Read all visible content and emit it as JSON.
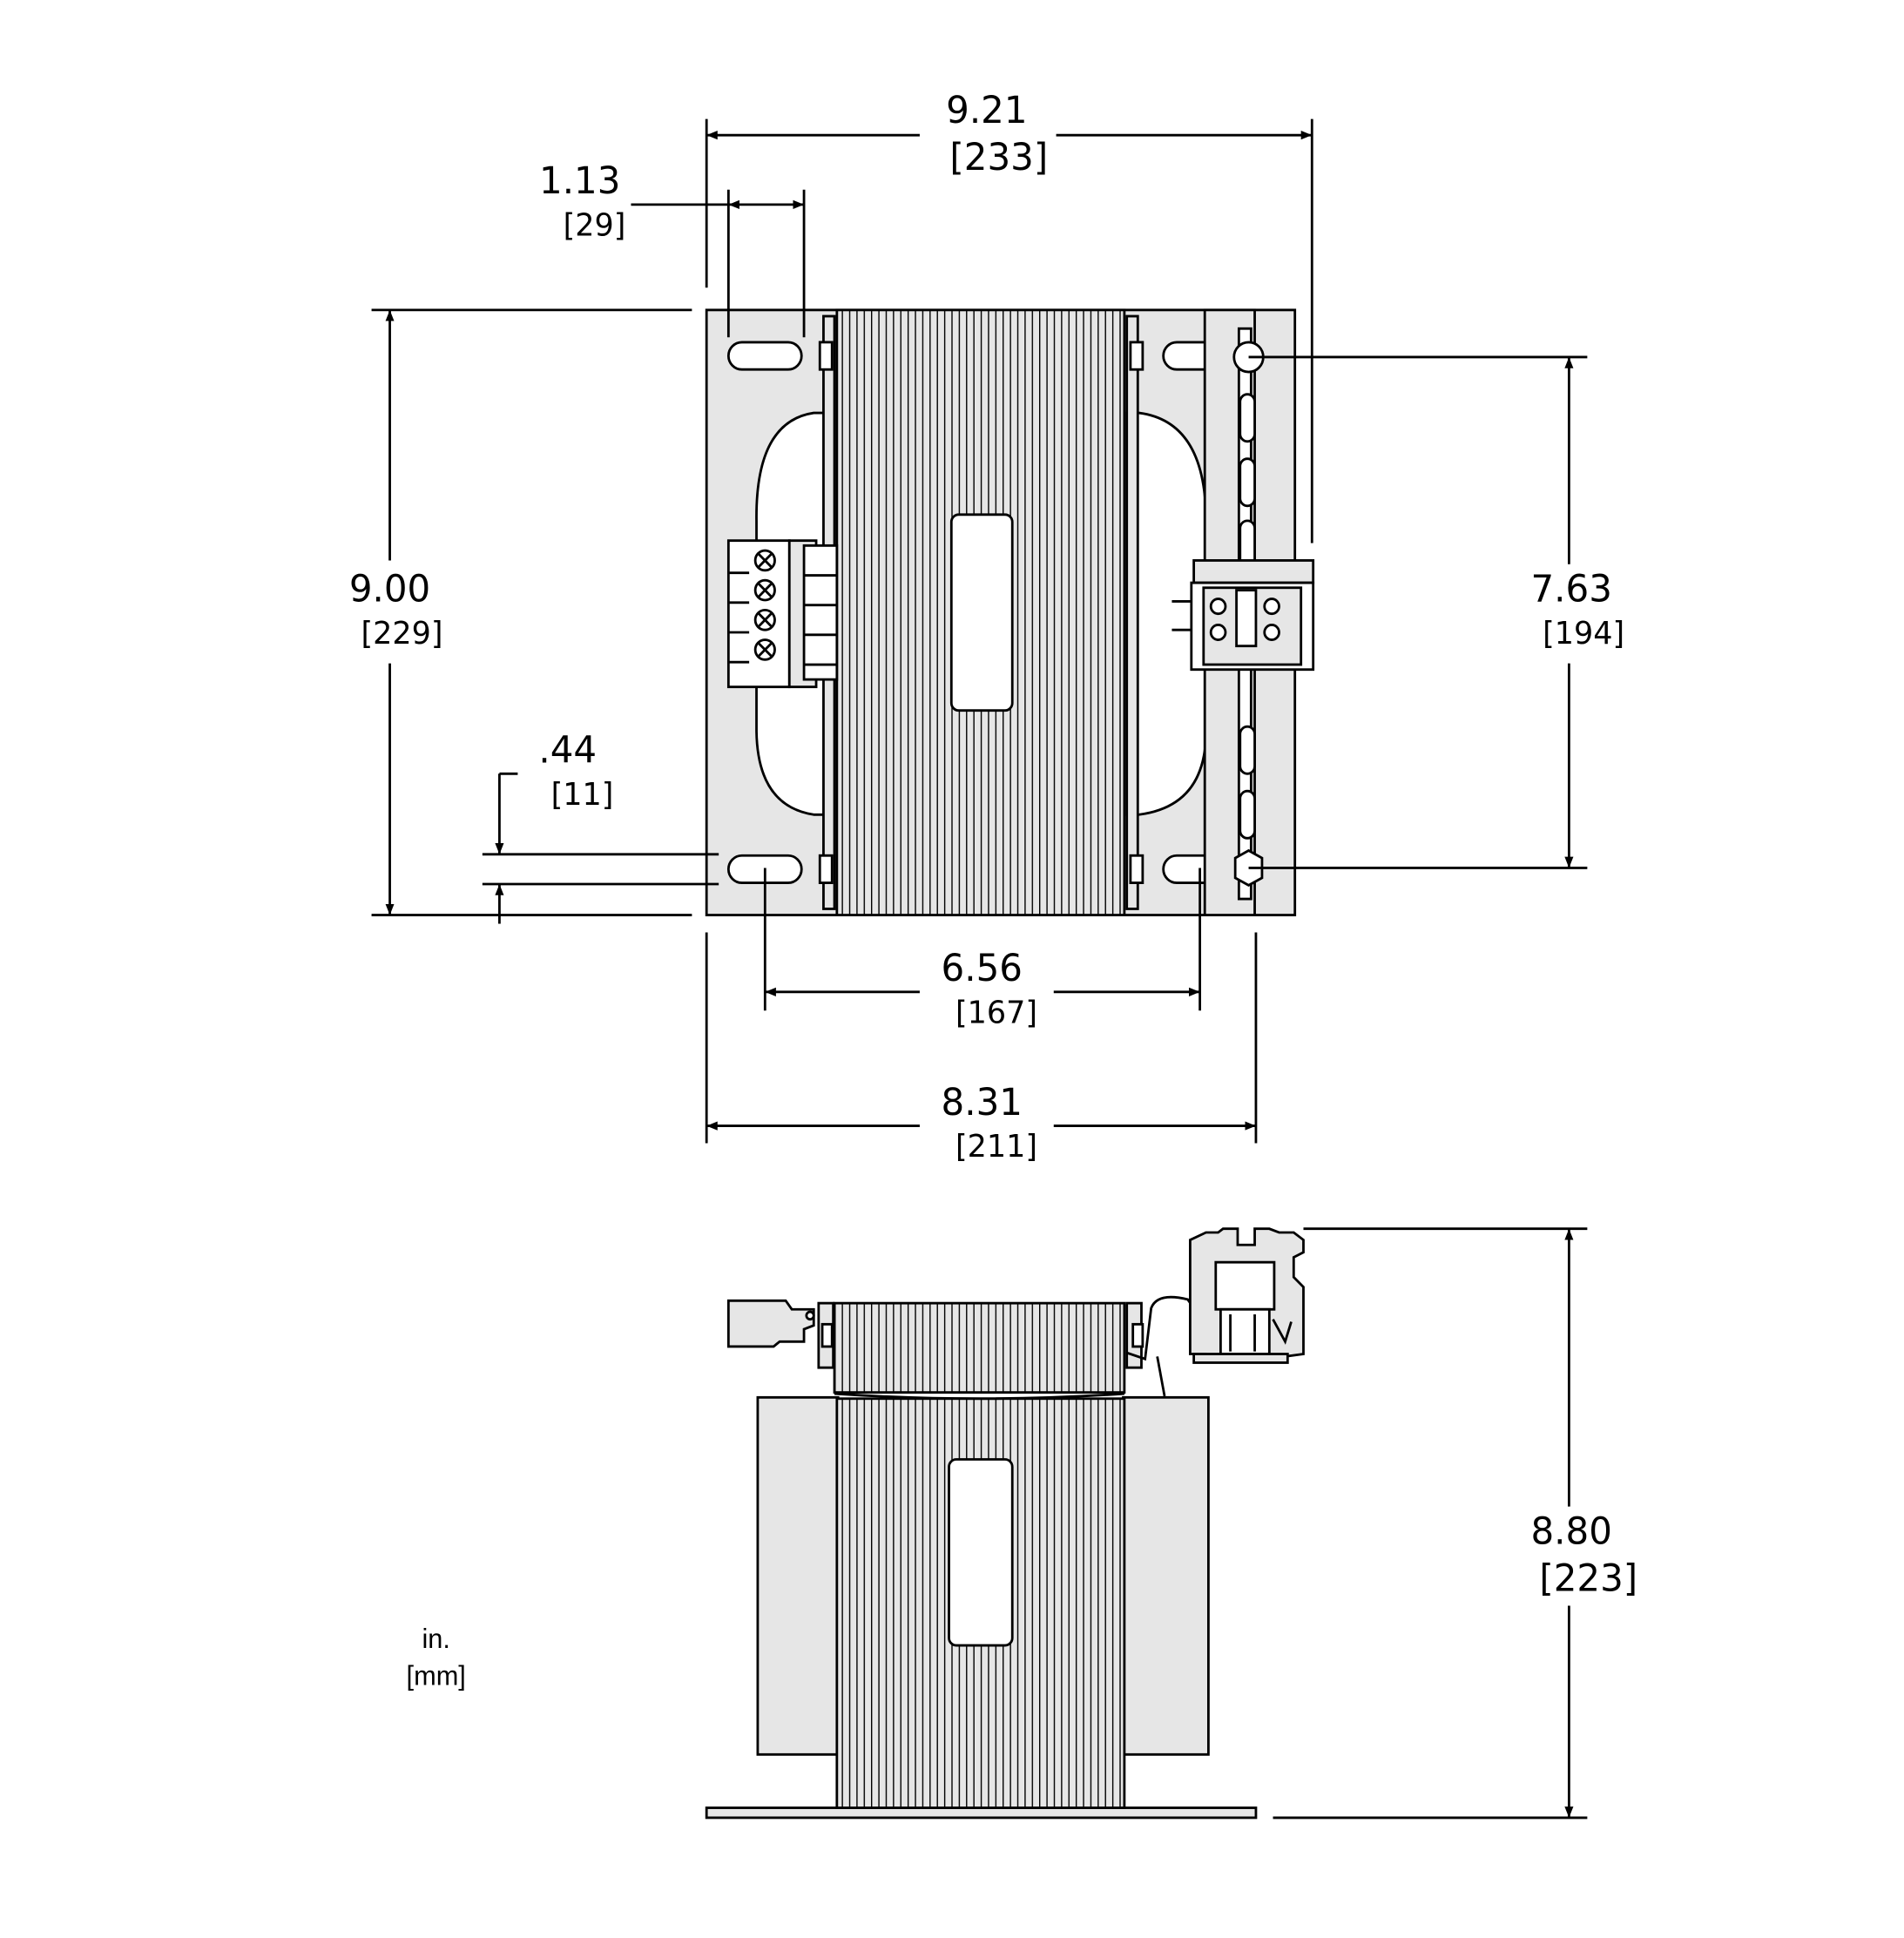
{
  "colors": {
    "line": "#000000",
    "part_fill": "#e6e6e6",
    "background": "#ffffff"
  },
  "dimensions": {
    "overall_width": {
      "inches": "9.21",
      "mm": "[233]"
    },
    "slot_offset": {
      "inches": "1.13",
      "mm": "[29]"
    },
    "overall_height": {
      "inches": "9.00",
      "mm": "[229]"
    },
    "mount_hole_spacing": {
      "inches": "7.63",
      "mm": "[194]"
    },
    "slot_width": {
      "inches": ".44",
      "mm": "[11]"
    },
    "slot_center_span": {
      "inches": "6.56",
      "mm": "[167]"
    },
    "base_width": {
      "inches": "8.31",
      "mm": "[211]"
    },
    "side_height": {
      "inches": "8.80",
      "mm": "[223]"
    }
  },
  "units_legend": {
    "line1": "in.",
    "line2": "[mm]"
  }
}
